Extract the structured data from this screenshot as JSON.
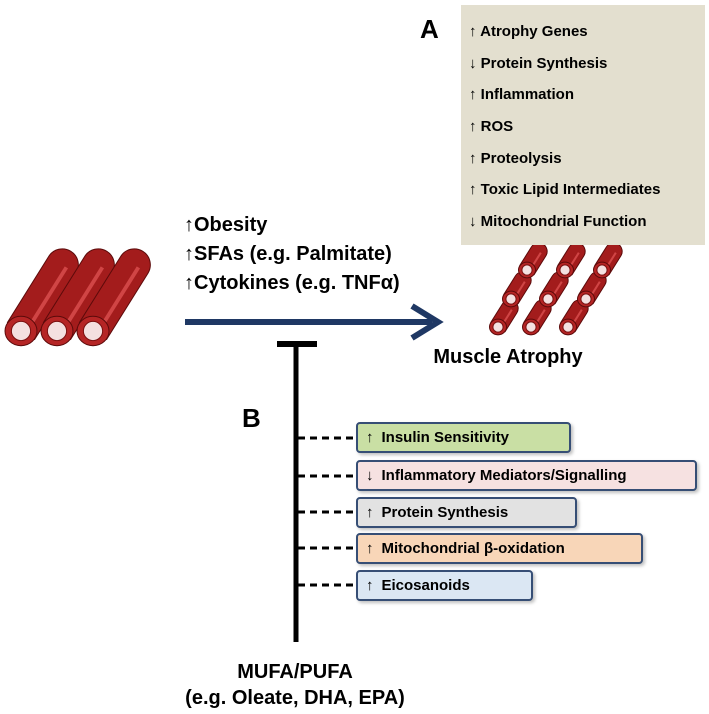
{
  "labels": {
    "a": "A",
    "b": "B"
  },
  "panel_a": {
    "items": [
      {
        "glyph": "↑",
        "text": "Atrophy Genes"
      },
      {
        "glyph": "↓",
        "text": "Protein Synthesis"
      },
      {
        "glyph": "↑",
        "text": "Inflammation"
      },
      {
        "glyph": "↑",
        "text": "ROS"
      },
      {
        "glyph": "↑",
        "text": "Proteolysis"
      },
      {
        "glyph": "↑",
        "text": "Toxic Lipid Intermediates"
      },
      {
        "glyph": "↓",
        "text": "Mitochondrial Function"
      }
    ]
  },
  "factors": [
    {
      "glyph": "↑",
      "text": "Obesity"
    },
    {
      "glyph": "↑",
      "text": "SFAs (e.g. Palmitate)"
    },
    {
      "glyph": "↑",
      "text": "Cytokines (e.g. TNFα)"
    }
  ],
  "result": "Muscle Atrophy",
  "intervention": {
    "line1": "MUFA/PUFA",
    "line2": "(e.g. Oleate, DHA, EPA)"
  },
  "panel_b": {
    "items": [
      {
        "glyph": "↑",
        "text": "Insulin Sensitivity",
        "color": "#c9dfa4"
      },
      {
        "glyph": "↓",
        "text": "Inflammatory Mediators/Signalling",
        "color": "#f6e1e1"
      },
      {
        "glyph": "↑",
        "text": "Protein Synthesis",
        "color": "#e2e2e2"
      },
      {
        "glyph": "↑",
        "text": "Mitochondrial β-oxidation",
        "color": "#f8d6b8"
      },
      {
        "glyph": "↑",
        "text": "Eicosanoids",
        "color": "#dbe7f3"
      }
    ]
  },
  "colors": {
    "arrow": "#1f3864",
    "muscle": "#9e1a1a",
    "panel_a_bg": "#e3dfcf"
  }
}
